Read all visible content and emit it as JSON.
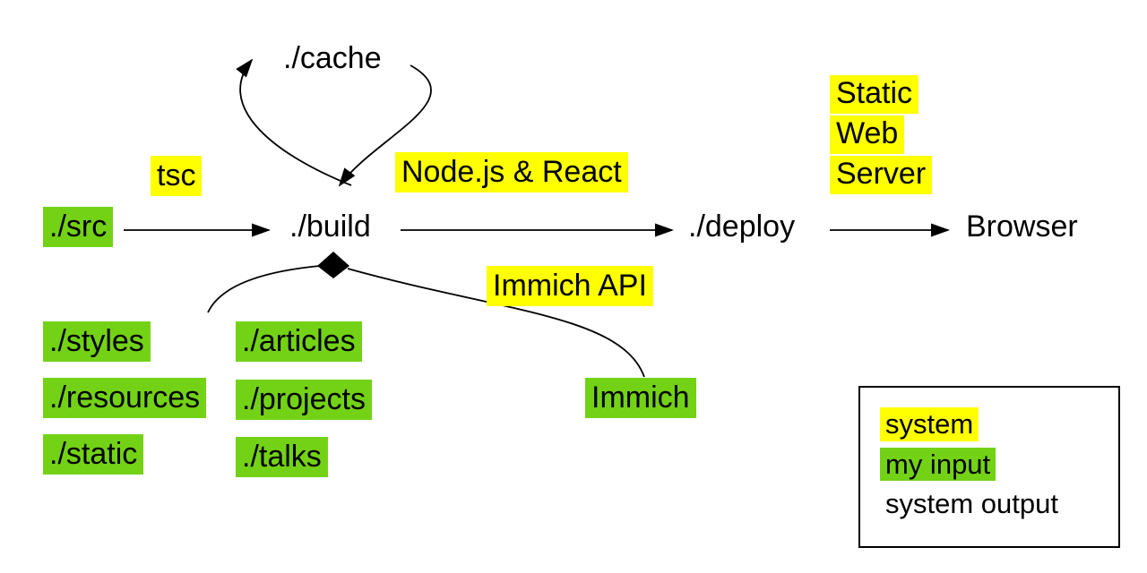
{
  "nodes": {
    "cache": "./cache",
    "src": "./src",
    "build": "./build",
    "deploy": "./deploy",
    "browser": "Browser",
    "immich": "Immich"
  },
  "edge_labels": {
    "tsc": "tsc",
    "node_react": "Node.js & React",
    "static_web_server": [
      "Static",
      "Web",
      "Server"
    ],
    "immich_api": "Immich API"
  },
  "input_folders": {
    "col1": [
      "./styles",
      "./resources",
      "./static"
    ],
    "col2": [
      "./articles",
      "./projects",
      "./talks"
    ]
  },
  "legend": {
    "system": "system",
    "my_input": "my input",
    "system_output": "system output"
  },
  "colors": {
    "system": "#ffff00",
    "input": "#73d216",
    "line": "#000000",
    "background": "#ffffff"
  }
}
